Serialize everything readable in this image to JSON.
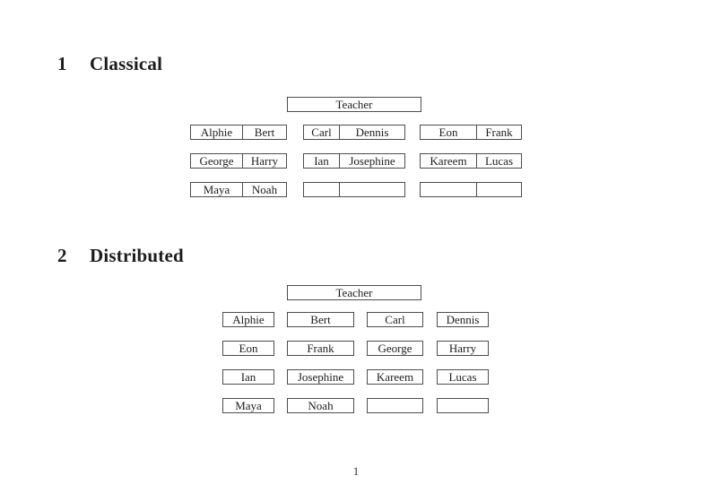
{
  "page": {
    "number": "1",
    "background": "#ffffff"
  },
  "colors": {
    "ink": "#1c1c1c",
    "box_border": "#4d4d4d"
  },
  "classical": {
    "heading_number": "1",
    "heading_title": "Classical",
    "teacher_label": "Teacher",
    "rows": [
      [
        [
          "Alphie",
          "Bert"
        ],
        [
          "Carl",
          "Dennis"
        ],
        [
          "Eon",
          "Frank"
        ]
      ],
      [
        [
          "George",
          "Harry"
        ],
        [
          "Ian",
          "Josephine"
        ],
        [
          "Kareem",
          "Lucas"
        ]
      ],
      [
        [
          "Maya",
          "Noah"
        ],
        [
          "",
          ""
        ],
        [
          "",
          ""
        ]
      ]
    ]
  },
  "distributed": {
    "heading_number": "2",
    "heading_title": "Distributed",
    "teacher_label": "Teacher",
    "rows": [
      [
        "Alphie",
        "Bert",
        "Carl",
        "Dennis"
      ],
      [
        "Eon",
        "Frank",
        "George",
        "Harry"
      ],
      [
        "Ian",
        "Josephine",
        "Kareem",
        "Lucas"
      ],
      [
        "Maya",
        "Noah",
        "",
        ""
      ]
    ]
  }
}
